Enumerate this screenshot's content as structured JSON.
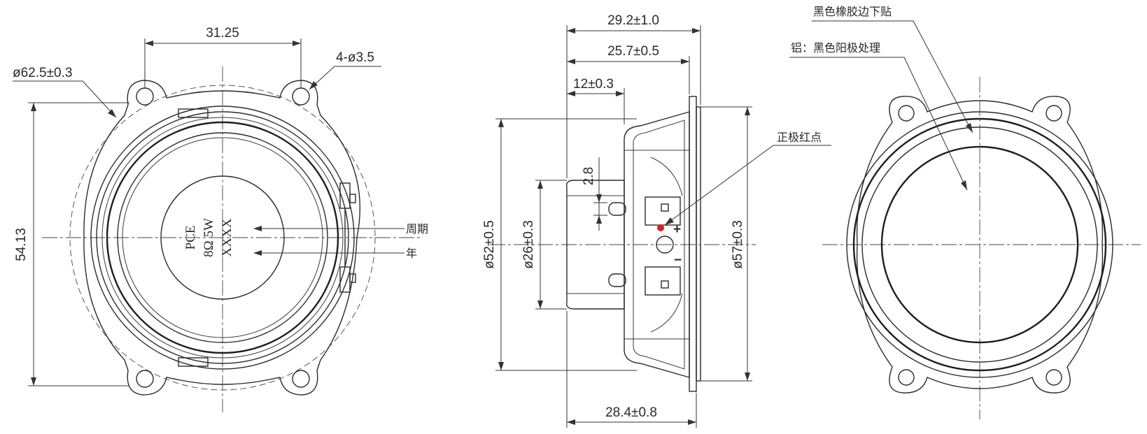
{
  "front_view": {
    "dim_hole_spacing": "31.25",
    "dim_outer_diameter": "ø62.5±0.3",
    "dim_holes": "4-ø3.5",
    "dim_height": "54.13",
    "label_period": "周期",
    "label_year": "年",
    "center_marking": {
      "brand": "PCE",
      "rating": "8Ω 5W",
      "code": "XXXX"
    }
  },
  "side_view": {
    "dim_overall_depth": "29.2±1.0",
    "dim_depth_2": "25.7±0.5",
    "dim_magnet_depth": "12±0.3",
    "dim_small": "2.8",
    "dim_frame_diameter": "ø52±0.5",
    "dim_magnet_diameter": "ø26±0.3",
    "dim_front_diameter": "ø57±0.3",
    "dim_bottom_depth": "28.4±0.8",
    "label_red_dot": "正极红点",
    "terminal_plus": "+",
    "terminal_minus": "−",
    "red_dot_color": "#d81f1f"
  },
  "back_view": {
    "label_rubber_edge": "黑色橡胶边下贴",
    "label_aluminum": "铝：黑色阳极处理"
  }
}
